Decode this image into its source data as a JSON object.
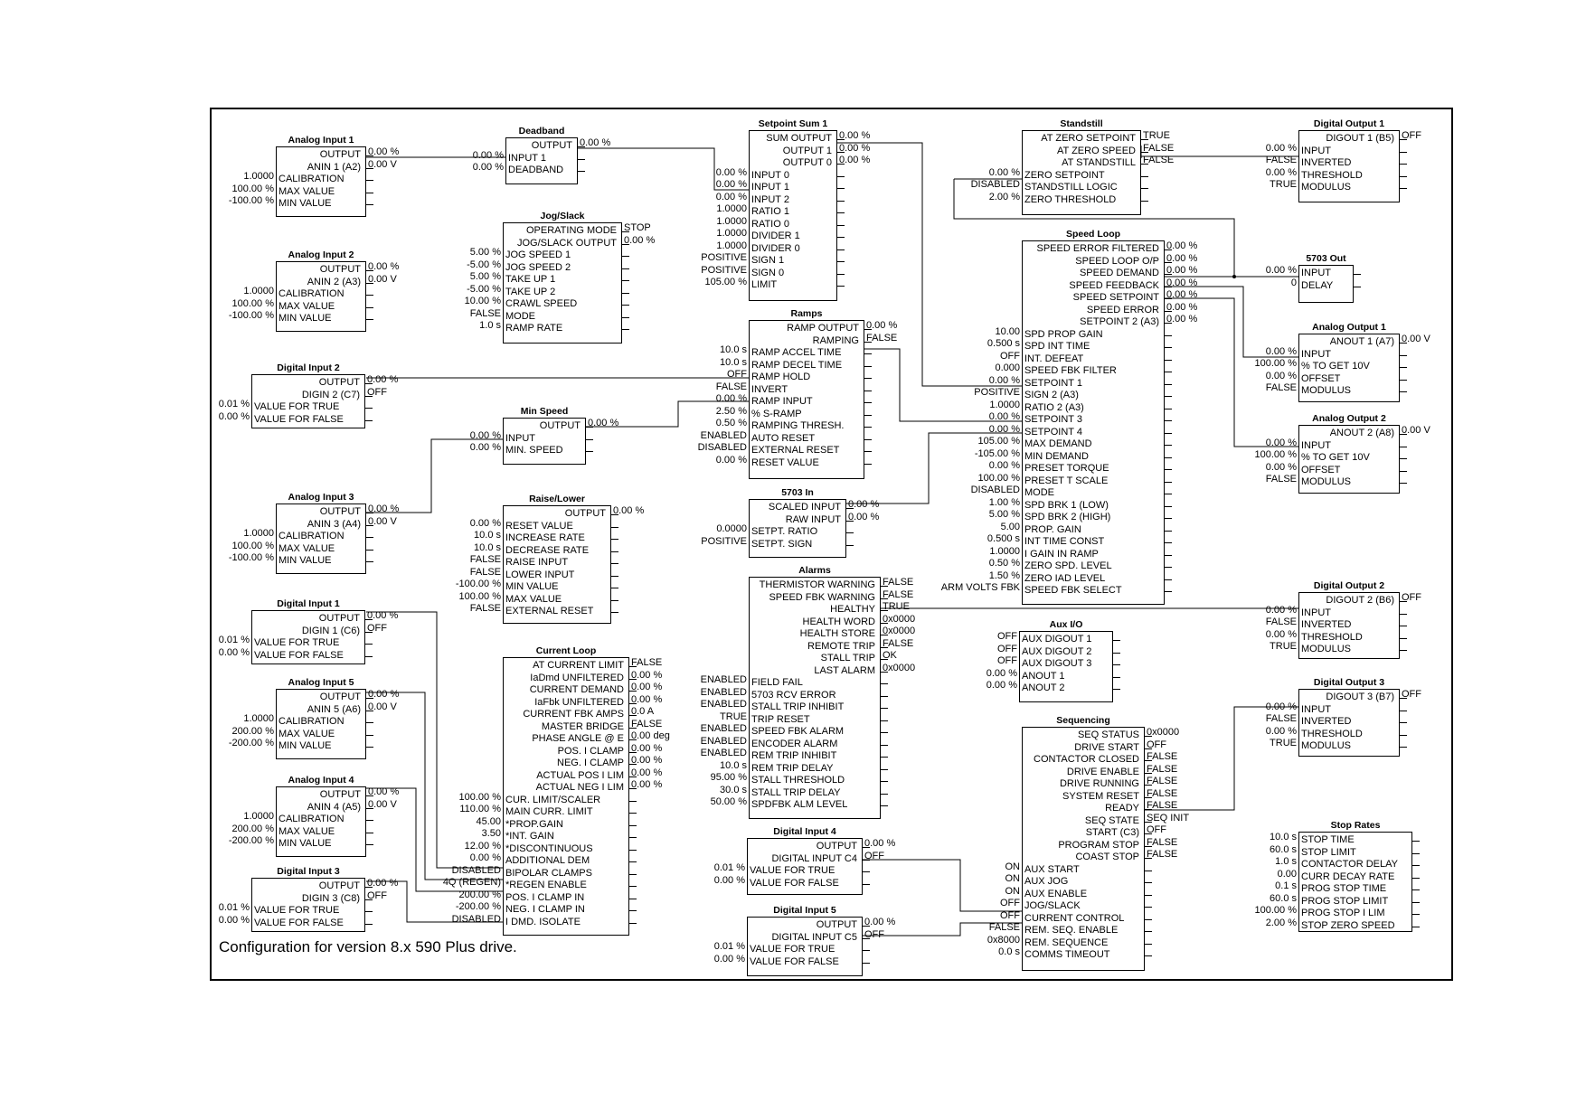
{
  "caption": "Configuration for version 8.x 590 Plus drive.",
  "blocks": [
    {
      "id": "analog-input-1",
      "title": "Analog Input 1",
      "outputs": [
        [
          "OUTPUT",
          "0.00 %"
        ],
        [
          "ANIN 1 (A2)",
          "0.00 V"
        ]
      ],
      "inputs": [
        [
          "1.0000",
          "CALIBRATION"
        ],
        [
          "100.00 %",
          "MAX VALUE"
        ],
        [
          "-100.00 %",
          "MIN VALUE"
        ]
      ]
    },
    {
      "id": "analog-input-2",
      "title": "Analog Input 2",
      "outputs": [
        [
          "OUTPUT",
          "0.00 %"
        ],
        [
          "ANIN 2 (A3)",
          "0.00 V"
        ]
      ],
      "inputs": [
        [
          "1.0000",
          "CALIBRATION"
        ],
        [
          "100.00 %",
          "MAX VALUE"
        ],
        [
          "-100.00 %",
          "MIN VALUE"
        ]
      ]
    },
    {
      "id": "digital-input-2",
      "title": "Digital Input 2",
      "outputs": [
        [
          "OUTPUT",
          "0.00 %"
        ],
        [
          "DIGIN 2 (C7)",
          "OFF"
        ]
      ],
      "inputs": [
        [
          "0.01 %",
          "VALUE FOR TRUE"
        ],
        [
          "0.00 %",
          "VALUE FOR FALSE"
        ]
      ]
    },
    {
      "id": "analog-input-3",
      "title": "Analog Input 3",
      "outputs": [
        [
          "OUTPUT",
          "0.00 %"
        ],
        [
          "ANIN 3 (A4)",
          "0.00 V"
        ]
      ],
      "inputs": [
        [
          "1.0000",
          "CALIBRATION"
        ],
        [
          "100.00 %",
          "MAX VALUE"
        ],
        [
          "-100.00 %",
          "MIN VALUE"
        ]
      ]
    },
    {
      "id": "digital-input-1",
      "title": "Digital Input 1",
      "outputs": [
        [
          "OUTPUT",
          "0.00 %"
        ],
        [
          "DIGIN 1 (C6)",
          "OFF"
        ]
      ],
      "inputs": [
        [
          "0.01 %",
          "VALUE FOR TRUE"
        ],
        [
          "0.00 %",
          "VALUE FOR FALSE"
        ]
      ]
    },
    {
      "id": "analog-input-5",
      "title": "Analog Input 5",
      "outputs": [
        [
          "OUTPUT",
          "0.00 %"
        ],
        [
          "ANIN 5 (A6)",
          "0.00 V"
        ]
      ],
      "inputs": [
        [
          "1.0000",
          "CALIBRATION"
        ],
        [
          "200.00 %",
          "MAX VALUE"
        ],
        [
          "-200.00 %",
          "MIN VALUE"
        ]
      ]
    },
    {
      "id": "analog-input-4",
      "title": "Analog Input 4",
      "outputs": [
        [
          "OUTPUT",
          "0.00 %"
        ],
        [
          "ANIN 4 (A5)",
          "0.00 V"
        ]
      ],
      "inputs": [
        [
          "1.0000",
          "CALIBRATION"
        ],
        [
          "200.00 %",
          "MAX VALUE"
        ],
        [
          "-200.00 %",
          "MIN VALUE"
        ]
      ]
    },
    {
      "id": "digital-input-3",
      "title": "Digital Input 3",
      "outputs": [
        [
          "OUTPUT",
          "0.00 %"
        ],
        [
          "DIGIN 3 (C8)",
          "OFF"
        ]
      ],
      "inputs": [
        [
          "0.01 %",
          "VALUE FOR TRUE"
        ],
        [
          "0.00 %",
          "VALUE FOR FALSE"
        ]
      ]
    },
    {
      "id": "deadband",
      "title": "Deadband",
      "outputs": [
        [
          "OUTPUT",
          "0.00 %"
        ]
      ],
      "inputs": [
        [
          "0.00 %",
          "INPUT 1"
        ],
        [
          "0.00 %",
          "DEADBAND"
        ]
      ]
    },
    {
      "id": "jog-slack",
      "title": "Jog/Slack",
      "outputs": [
        [
          "OPERATING MODE",
          "STOP"
        ],
        [
          "JOG/SLACK OUTPUT",
          "0.00 %"
        ]
      ],
      "inputs": [
        [
          "5.00 %",
          "JOG SPEED 1"
        ],
        [
          "-5.00 %",
          "JOG SPEED 2"
        ],
        [
          "5.00 %",
          "TAKE UP 1"
        ],
        [
          "-5.00 %",
          "TAKE UP 2"
        ],
        [
          "10.00 %",
          "CRAWL SPEED"
        ],
        [
          "FALSE",
          "MODE"
        ],
        [
          "1.0 s",
          "RAMP RATE"
        ]
      ]
    },
    {
      "id": "min-speed",
      "title": "Min Speed",
      "outputs": [
        [
          "OUTPUT",
          "0.00 %"
        ]
      ],
      "inputs": [
        [
          "0.00 %",
          "INPUT"
        ],
        [
          "0.00 %",
          "MIN. SPEED"
        ]
      ]
    },
    {
      "id": "raise-lower",
      "title": "Raise/Lower",
      "outputs": [
        [
          "OUTPUT",
          "0.00 %"
        ]
      ],
      "inputs": [
        [
          "0.00 %",
          "RESET VALUE"
        ],
        [
          "10.0 s",
          "INCREASE RATE"
        ],
        [
          "10.0 s",
          "DECREASE RATE"
        ],
        [
          "FALSE",
          "RAISE INPUT"
        ],
        [
          "FALSE",
          "LOWER INPUT"
        ],
        [
          "-100.00 %",
          "MIN VALUE"
        ],
        [
          "100.00 %",
          "MAX VALUE"
        ],
        [
          "FALSE",
          "EXTERNAL RESET"
        ]
      ]
    },
    {
      "id": "current-loop",
      "title": "Current Loop",
      "outputs": [
        [
          "AT CURRENT LIMIT",
          "FALSE"
        ],
        [
          "IaDmd UNFILTERED",
          "0.00 %"
        ],
        [
          "CURRENT DEMAND",
          "0.00 %"
        ],
        [
          "IaFbk UNFILTERED",
          "0.00 %"
        ],
        [
          "CURRENT FBK AMPS",
          "0.0 A"
        ],
        [
          "MASTER BRIDGE",
          "FALSE"
        ],
        [
          "PHASE ANGLE @ E",
          "0.00 deg"
        ],
        [
          "POS. I CLAMP",
          "0.00 %"
        ],
        [
          "NEG. I CLAMP",
          "0.00 %"
        ],
        [
          "ACTUAL POS I LIM",
          "0.00 %"
        ],
        [
          "ACTUAL NEG I LIM",
          "0.00 %"
        ]
      ],
      "inputs": [
        [
          "100.00 %",
          "CUR. LIMIT/SCALER"
        ],
        [
          "110.00 %",
          "MAIN CURR. LIMIT"
        ],
        [
          "45.00",
          "*PROP.GAIN"
        ],
        [
          "3.50",
          "*INT. GAIN"
        ],
        [
          "12.00 %",
          "*DISCONTINUOUS"
        ],
        [
          "0.00 %",
          "ADDITIONAL DEM"
        ],
        [
          "DISABLED",
          "BIPOLAR CLAMPS"
        ],
        [
          "4Q (REGEN)",
          "*REGEN ENABLE"
        ],
        [
          "200.00 %",
          "POS. I CLAMP IN"
        ],
        [
          "-200.00 %",
          "NEG. I CLAMP IN"
        ],
        [
          "DISABLED",
          "I DMD. ISOLATE"
        ]
      ]
    },
    {
      "id": "setpoint-sum-1",
      "title": "Setpoint Sum 1",
      "outputs": [
        [
          "SUM OUTPUT",
          "0.00 %"
        ],
        [
          "OUTPUT 1",
          "0.00 %"
        ],
        [
          "OUTPUT 0",
          "0.00 %"
        ]
      ],
      "inputs": [
        [
          "0.00 %",
          "INPUT 0"
        ],
        [
          "0.00 %",
          "INPUT 1"
        ],
        [
          "0.00 %",
          "INPUT 2"
        ],
        [
          "1.0000",
          "RATIO 1"
        ],
        [
          "1.0000",
          "RATIO 0"
        ],
        [
          "1.0000",
          "DIVIDER 1"
        ],
        [
          "1.0000",
          "DIVIDER 0"
        ],
        [
          "POSITIVE",
          "SIGN 1"
        ],
        [
          "POSITIVE",
          "SIGN 0"
        ],
        [
          "105.00 %",
          "LIMIT"
        ]
      ]
    },
    {
      "id": "ramps",
      "title": "Ramps",
      "outputs": [
        [
          "RAMP OUTPUT",
          "0.00 %"
        ],
        [
          "RAMPING",
          "FALSE"
        ]
      ],
      "inputs": [
        [
          "10.0 s",
          "RAMP ACCEL TIME"
        ],
        [
          "10.0 s",
          "RAMP DECEL TIME"
        ],
        [
          "OFF",
          "RAMP HOLD"
        ],
        [
          "FALSE",
          "INVERT"
        ],
        [
          "0.00 %",
          "RAMP INPUT"
        ],
        [
          "2.50 %",
          "% S-RAMP"
        ],
        [
          "0.50 %",
          "RAMPING THRESH."
        ],
        [
          "ENABLED",
          "AUTO RESET"
        ],
        [
          "DISABLED",
          "EXTERNAL RESET"
        ],
        [
          "0.00 %",
          "RESET VALUE"
        ]
      ]
    },
    {
      "id": "5703-in",
      "title": "5703 In",
      "outputs": [
        [
          "SCALED INPUT",
          "0.00 %"
        ],
        [
          "RAW INPUT",
          "0.00 %"
        ]
      ],
      "inputs": [
        [
          "0.0000",
          "SETPT. RATIO"
        ],
        [
          "POSITIVE",
          "SETPT. SIGN"
        ]
      ]
    },
    {
      "id": "alarms",
      "title": "Alarms",
      "outputs": [
        [
          "THERMISTOR WARNING",
          "FALSE"
        ],
        [
          "SPEED FBK WARNING",
          "FALSE"
        ],
        [
          "HEALTHY",
          "TRUE"
        ],
        [
          "HEALTH WORD",
          "0x0000"
        ],
        [
          "HEALTH STORE",
          "0x0000"
        ],
        [
          "REMOTE TRIP",
          "FALSE"
        ],
        [
          "STALL TRIP",
          "OK"
        ],
        [
          "LAST ALARM",
          "0x0000"
        ]
      ],
      "inputs": [
        [
          "ENABLED",
          "FIELD FAIL"
        ],
        [
          "ENABLED",
          "5703 RCV ERROR"
        ],
        [
          "ENABLED",
          "STALL TRIP INHIBIT"
        ],
        [
          "TRUE",
          "TRIP RESET"
        ],
        [
          "ENABLED",
          "SPEED FBK ALARM"
        ],
        [
          "ENABLED",
          "ENCODER ALARM"
        ],
        [
          "ENABLED",
          "REM TRIP INHIBIT"
        ],
        [
          "10.0 s",
          "REM TRIP DELAY"
        ],
        [
          "95.00 %",
          "STALL THRESHOLD"
        ],
        [
          "30.0 s",
          "STALL TRIP DELAY"
        ],
        [
          "50.00 %",
          "SPDFBK ALM LEVEL"
        ]
      ]
    },
    {
      "id": "digital-input-4",
      "title": "Digital Input 4",
      "outputs": [
        [
          "OUTPUT",
          "0.00 %"
        ],
        [
          "DIGITAL INPUT C4",
          "OFF"
        ]
      ],
      "inputs": [
        [
          "0.01 %",
          "VALUE FOR TRUE"
        ],
        [
          "0.00 %",
          "VALUE FOR FALSE"
        ]
      ]
    },
    {
      "id": "digital-input-5",
      "title": "Digital Input 5",
      "outputs": [
        [
          "OUTPUT",
          "0.00 %"
        ],
        [
          "DIGITAL INPUT C5",
          "OFF"
        ]
      ],
      "inputs": [
        [
          "0.01 %",
          "VALUE FOR TRUE"
        ],
        [
          "0.00 %",
          "VALUE FOR FALSE"
        ]
      ]
    },
    {
      "id": "standstill",
      "title": "Standstill",
      "outputs": [
        [
          "AT ZERO SETPOINT",
          "TRUE"
        ],
        [
          "AT ZERO SPEED",
          "FALSE"
        ],
        [
          "AT STANDSTILL",
          "FALSE"
        ]
      ],
      "inputs": [
        [
          "0.00 %",
          "ZERO SETPOINT"
        ],
        [
          "DISABLED",
          "STANDSTILL LOGIC"
        ],
        [
          "2.00 %",
          "ZERO THRESHOLD"
        ]
      ]
    },
    {
      "id": "speed-loop",
      "title": "Speed Loop",
      "outputs": [
        [
          "SPEED ERROR FILTERED",
          "0.00 %"
        ],
        [
          "SPEED LOOP O/P",
          "0.00 %"
        ],
        [
          "SPEED DEMAND",
          "0.00 %"
        ],
        [
          "SPEED FEEDBACK",
          "0.00 %"
        ],
        [
          "SPEED SETPOINT",
          "0.00 %"
        ],
        [
          "SPEED ERROR",
          "0.00 %"
        ],
        [
          "SETPOINT 2 (A3)",
          "0.00 %"
        ]
      ],
      "inputs": [
        [
          "10.00",
          "SPD PROP GAIN"
        ],
        [
          "0.500 s",
          "SPD INT TIME"
        ],
        [
          "OFF",
          "INT. DEFEAT"
        ],
        [
          "0.000",
          "SPEED FBK FILTER"
        ],
        [
          "0.00 %",
          "SETPOINT 1"
        ],
        [
          "POSITIVE",
          "SIGN 2 (A3)"
        ],
        [
          "1.0000",
          "RATIO 2 (A3)"
        ],
        [
          "0.00 %",
          "SETPOINT 3"
        ],
        [
          "0.00 %",
          "SETPOINT 4"
        ],
        [
          "105.00 %",
          "MAX DEMAND"
        ],
        [
          "-105.00 %",
          "MIN DEMAND"
        ],
        [
          "0.00 %",
          "PRESET TORQUE"
        ],
        [
          "100.00 %",
          "PRESET T SCALE"
        ],
        [
          "DISABLED",
          "MODE"
        ],
        [
          "1.00 %",
          "SPD BRK 1 (LOW)"
        ],
        [
          "5.00 %",
          "SPD BRK 2 (HIGH)"
        ],
        [
          "5.00",
          "PROP. GAIN"
        ],
        [
          "0.500 s",
          "INT TIME CONST"
        ],
        [
          "1.0000",
          "I GAIN IN RAMP"
        ],
        [
          "0.50 %",
          "ZERO SPD. LEVEL"
        ],
        [
          "1.50 %",
          "ZERO IAD LEVEL"
        ],
        [
          "ARM VOLTS FBK",
          "SPEED FBK SELECT"
        ]
      ]
    },
    {
      "id": "aux-io",
      "title": "Aux I/O",
      "outputs": [],
      "inputs": [
        [
          "OFF",
          "AUX DIGOUT 1"
        ],
        [
          "OFF",
          "AUX DIGOUT 2"
        ],
        [
          "OFF",
          "AUX DIGOUT 3"
        ],
        [
          "0.00 %",
          "ANOUT 1"
        ],
        [
          "0.00 %",
          "ANOUT 2"
        ]
      ]
    },
    {
      "id": "sequencing",
      "title": "Sequencing",
      "outputs": [
        [
          "SEQ STATUS",
          "0x0000"
        ],
        [
          "DRIVE START",
          "OFF"
        ],
        [
          "CONTACTOR CLOSED",
          "FALSE"
        ],
        [
          "DRIVE ENABLE",
          "FALSE"
        ],
        [
          "DRIVE RUNNING",
          "FALSE"
        ],
        [
          "SYSTEM RESET",
          "FALSE"
        ],
        [
          "READY",
          "FALSE"
        ],
        [
          "SEQ STATE",
          "SEQ INIT"
        ],
        [
          "START (C3)",
          "OFF"
        ],
        [
          "PROGRAM STOP",
          "FALSE"
        ],
        [
          "COAST STOP",
          "FALSE"
        ]
      ],
      "inputs": [
        [
          "ON",
          "AUX START"
        ],
        [
          "ON",
          "AUX JOG"
        ],
        [
          "ON",
          "AUX ENABLE"
        ],
        [
          "OFF",
          "JOG/SLACK"
        ],
        [
          "OFF",
          "CURRENT CONTROL"
        ],
        [
          "FALSE",
          "REM. SEQ. ENABLE"
        ],
        [
          "0x8000",
          "REM. SEQUENCE"
        ],
        [
          "0.0 s",
          "COMMS TIMEOUT"
        ]
      ]
    },
    {
      "id": "digital-output-1",
      "title": "Digital Output 1",
      "outputs": [
        [
          "DIGOUT 1 (B5)",
          "OFF"
        ]
      ],
      "inputs": [
        [
          "0.00 %",
          "INPUT"
        ],
        [
          "FALSE",
          "INVERTED"
        ],
        [
          "0.00 %",
          "THRESHOLD"
        ],
        [
          "TRUE",
          "MODULUS"
        ]
      ]
    },
    {
      "id": "5703-out",
      "title": "5703 Out",
      "outputs": [],
      "inputs": [
        [
          "0.00 %",
          "INPUT"
        ],
        [
          "0",
          "DELAY"
        ]
      ]
    },
    {
      "id": "analog-output-1",
      "title": "Analog Output 1",
      "outputs": [
        [
          "ANOUT 1 (A7)",
          "0.00 V"
        ]
      ],
      "inputs": [
        [
          "0.00 %",
          "INPUT"
        ],
        [
          "100.00 %",
          "% TO GET 10V"
        ],
        [
          "0.00 %",
          "OFFSET"
        ],
        [
          "FALSE",
          "MODULUS"
        ]
      ]
    },
    {
      "id": "analog-output-2",
      "title": "Analog Output 2",
      "outputs": [
        [
          "ANOUT 2 (A8)",
          "0.00 V"
        ]
      ],
      "inputs": [
        [
          "0.00 %",
          "INPUT"
        ],
        [
          "100.00 %",
          "% TO GET 10V"
        ],
        [
          "0.00 %",
          "OFFSET"
        ],
        [
          "FALSE",
          "MODULUS"
        ]
      ]
    },
    {
      "id": "digital-output-2",
      "title": "Digital Output 2",
      "outputs": [
        [
          "DIGOUT 2 (B6)",
          "OFF"
        ]
      ],
      "inputs": [
        [
          "0.00 %",
          "INPUT"
        ],
        [
          "FALSE",
          "INVERTED"
        ],
        [
          "0.00 %",
          "THRESHOLD"
        ],
        [
          "TRUE",
          "MODULUS"
        ]
      ]
    },
    {
      "id": "digital-output-3",
      "title": "Digital Output 3",
      "outputs": [
        [
          "DIGOUT 3 (B7)",
          "OFF"
        ]
      ],
      "inputs": [
        [
          "0.00 %",
          "INPUT"
        ],
        [
          "FALSE",
          "INVERTED"
        ],
        [
          "0.00 %",
          "THRESHOLD"
        ],
        [
          "TRUE",
          "MODULUS"
        ]
      ]
    },
    {
      "id": "stop-rates",
      "title": "Stop Rates",
      "outputs": [],
      "inputs": [
        [
          "10.0 s",
          "STOP TIME"
        ],
        [
          "60.0 s",
          "STOP LIMIT"
        ],
        [
          "1.0 s",
          "CONTACTOR DELAY"
        ],
        [
          "0.00",
          "CURR DECAY RATE"
        ],
        [
          "0.1 s",
          "PROG STOP TIME"
        ],
        [
          "60.0 s",
          "PROG STOP LIMIT"
        ],
        [
          "100.00 %",
          "PROG STOP I LIM"
        ],
        [
          "2.00 %",
          "STOP ZERO SPEED"
        ]
      ]
    }
  ]
}
